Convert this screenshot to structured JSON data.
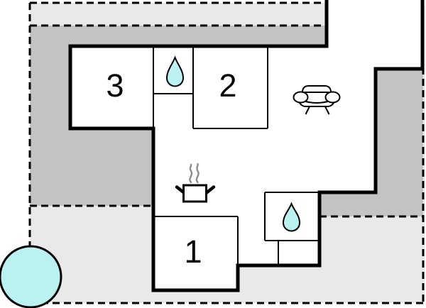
{
  "plan": {
    "type": "vacation-home-floor-plan",
    "rooms": [
      {
        "id": "room-3",
        "label": "3"
      },
      {
        "id": "room-2",
        "label": "2"
      },
      {
        "id": "room-1",
        "label": "1"
      }
    ],
    "icons": {
      "bathroom_top": "water-drop",
      "bathroom_bottom": "water-drop",
      "living_area": "sofa",
      "kitchen": "cooking-pot-with-steam",
      "outdoor": "round-pool"
    }
  },
  "colors": {
    "plot": "#e9e9e9",
    "terrace": "#c3c3c3",
    "house": "#ffffff",
    "wall": "#000000",
    "water": "#bbf1f1",
    "steam": "#8c8c8c"
  }
}
